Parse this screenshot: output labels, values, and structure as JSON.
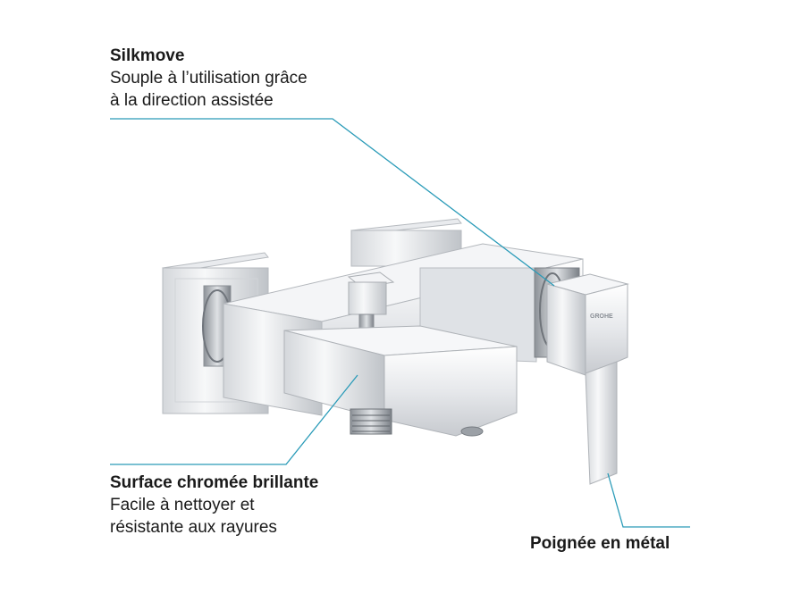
{
  "callouts": {
    "silkmove": {
      "title": "Silkmove",
      "lines": [
        "Souple à l’utilisation grâce",
        "à la direction assistée"
      ]
    },
    "surface": {
      "title": "Surface chromée brillante",
      "lines": [
        "Facile à nettoyer et",
        "résistante aux rayures"
      ]
    },
    "handle": {
      "title": "Poignée en métal"
    }
  },
  "product": {
    "logo_text": "GROHE"
  },
  "colors": {
    "leader_line": "#2a9bb8",
    "text": "#1a1a1a",
    "chrome_light": "#f2f3f5",
    "chrome_mid": "#c9ccd1",
    "chrome_dark": "#7d8289"
  }
}
